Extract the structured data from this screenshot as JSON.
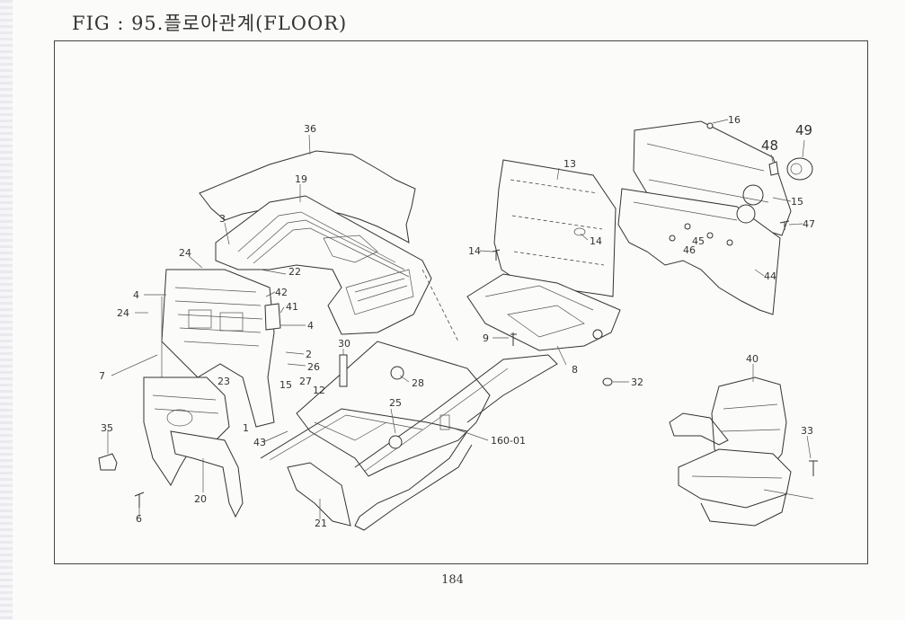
{
  "title": "FIG : 95.플로아관계(FLOOR)",
  "page_number": "184",
  "callouts": {
    "c36": "36",
    "c19": "19",
    "c3": "3",
    "c24a": "24",
    "c22": "22",
    "c4a": "4",
    "c24b": "24",
    "c42": "42",
    "c41": "41",
    "c4b": "4",
    "c2": "2",
    "c26": "26",
    "c7": "7",
    "c23": "23",
    "c15a": "15",
    "c27": "27",
    "c12": "12",
    "c30": "30",
    "c28": "28",
    "c1": "1",
    "c43": "43",
    "c25": "25",
    "c16001": "160-01",
    "c35": "35",
    "c20": "20",
    "c6": "6",
    "c21": "21",
    "c13": "13",
    "c14a": "14",
    "c14b": "14",
    "c9": "9",
    "c8": "8",
    "c32": "32",
    "c16": "16",
    "c48": "48",
    "c49": "49",
    "c15b": "15",
    "c47": "47",
    "c45": "45",
    "c46": "46",
    "c44": "44",
    "c40": "40",
    "c33": "33"
  }
}
